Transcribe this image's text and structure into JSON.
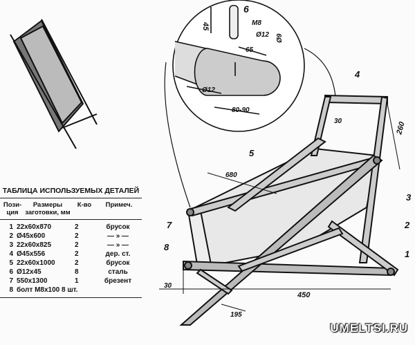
{
  "table": {
    "title": "ТАБЛИЦА ИСПОЛЬЗУЕМЫХ ДЕТАЛЕЙ",
    "headers": [
      "Пози-ция",
      "Размеры заготовки, мм",
      "К-во",
      "Примеч."
    ],
    "rows": [
      {
        "pos": "1",
        "size": "22x60x870",
        "qty": "2",
        "note": "брусок"
      },
      {
        "pos": "2",
        "size": "Ø45x600",
        "qty": "2",
        "note": "— » —"
      },
      {
        "pos": "3",
        "size": "22x60x825",
        "qty": "2",
        "note": "— » —"
      },
      {
        "pos": "4",
        "size": "Ø45x556",
        "qty": "2",
        "note": "дер. ст."
      },
      {
        "pos": "5",
        "size": "22x60x1000",
        "qty": "2",
        "note": "брусок"
      },
      {
        "pos": "6",
        "size": "Ø12x45",
        "qty": "8",
        "note": "сталь"
      },
      {
        "pos": "7",
        "size": "550x1300",
        "qty": "1",
        "note": "брезент"
      },
      {
        "pos": "8",
        "size": "болт М8х100 8 шт.",
        "qty": "",
        "note": ""
      }
    ]
  },
  "detail": {
    "d45": "45",
    "p6": "6",
    "m8": "M8",
    "d12a": "Ø12",
    "d65": "65",
    "d9": "Ø9",
    "d12b": "Ø12",
    "d8090": "80-90"
  },
  "chair": {
    "p4": "4",
    "d260": "260",
    "d30a": "30",
    "p5": "5",
    "d680": "680",
    "p3": "3",
    "p2": "2",
    "p1": "1",
    "p7": "7",
    "p8": "8",
    "d30b": "30",
    "d450": "450",
    "d195": "195"
  },
  "watermark": "UMELTSI.RU"
}
